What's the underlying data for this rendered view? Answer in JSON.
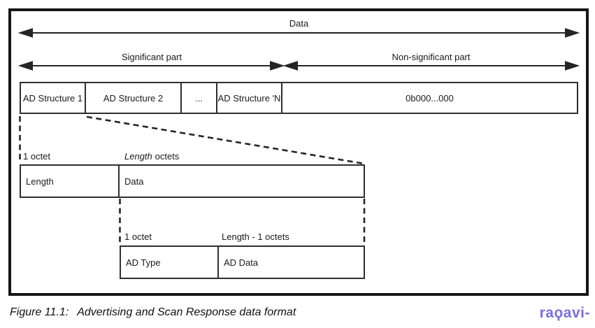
{
  "figure": {
    "arrows": {
      "data_label": "Data",
      "significant_label": "Significant part",
      "non_significant_label": "Non-significant part"
    },
    "ad_row": {
      "cells": [
        "AD Structure 1",
        "AD Structure 2",
        "...",
        "AD Structure 'N",
        "0b000...000"
      ]
    },
    "length_row": {
      "octet_label": "1 octet",
      "length_octets_italic": "Length",
      "length_octets_rest": "octets",
      "cells": [
        "Length",
        "Data"
      ]
    },
    "ad_type_row": {
      "octet_label": "1 octet",
      "length_minus_label": "Length - 1 octets",
      "cells": [
        "AD Type",
        "AD Data"
      ]
    }
  },
  "caption": {
    "label": "Figure 11.1:",
    "text": "Advertising and Scan Response data format"
  },
  "logo_text": "raϙavi-",
  "colors": {
    "border": "#161616",
    "line": "#2e2e2e",
    "logo": "#7b70dd"
  }
}
